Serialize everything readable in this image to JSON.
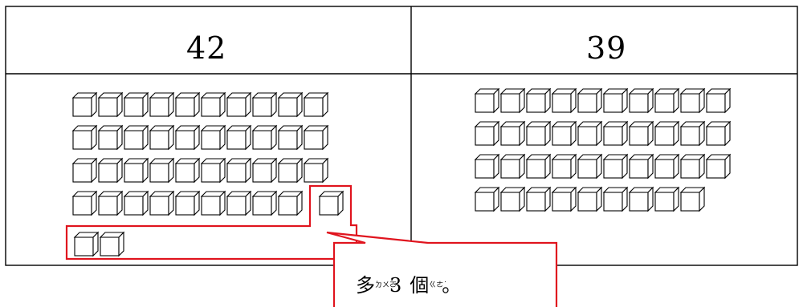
{
  "comparison": {
    "left": {
      "number": "42",
      "cubes_per_row": [
        10,
        10,
        10,
        10,
        2
      ]
    },
    "right": {
      "number": "39",
      "cubes_per_row": [
        10,
        10,
        10,
        9
      ]
    }
  },
  "callout": {
    "word": "多",
    "word_ruby": "ㄉㄨㄛ",
    "count": "3",
    "unit": "個",
    "unit_ruby": "ㄍㄜ˙",
    "end": "。"
  },
  "colors": {
    "highlight": "#e0141e",
    "line": "#000000",
    "cube_fill": "#ffffff"
  },
  "icons": {
    "cube": "cube-icon"
  }
}
